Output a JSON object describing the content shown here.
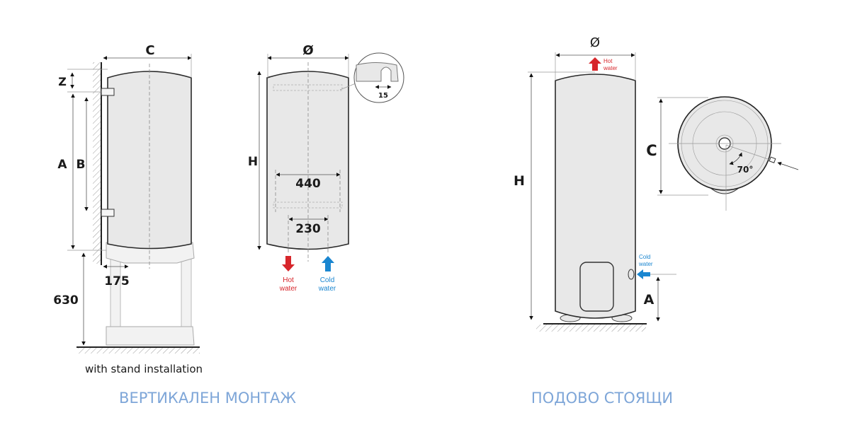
{
  "colors": {
    "title": "#7ea6d8",
    "hot": "#d7262b",
    "cold": "#1a86d0",
    "tank": "#e8e8e8"
  },
  "wall_mount": {
    "title": "ВЕРТИКАЛЕН МОНТАЖ",
    "side_view": {
      "width_label": "C",
      "z_label": "Z",
      "a_label": "A",
      "b_label": "B",
      "depth_value": "175",
      "stand_height": "630",
      "note": "with stand installation"
    },
    "front_view": {
      "diameter_label": "Ø",
      "height_label": "H",
      "bracket_spacing": "440",
      "pipe_spacing": "230",
      "slot_width": "15",
      "hot_label": [
        "Hot",
        "water"
      ],
      "cold_label": [
        "Cold",
        "water"
      ]
    }
  },
  "floor_standing": {
    "title": "ПОДОВО СТОЯЩИ",
    "side_view": {
      "diameter_label": "Ø",
      "height_label": "H",
      "a_label": "A",
      "hot_label": [
        "Hot",
        "water"
      ],
      "cold_label": [
        "Cold",
        "water"
      ]
    },
    "top_view": {
      "c_label": "C",
      "angle": "70°"
    }
  }
}
